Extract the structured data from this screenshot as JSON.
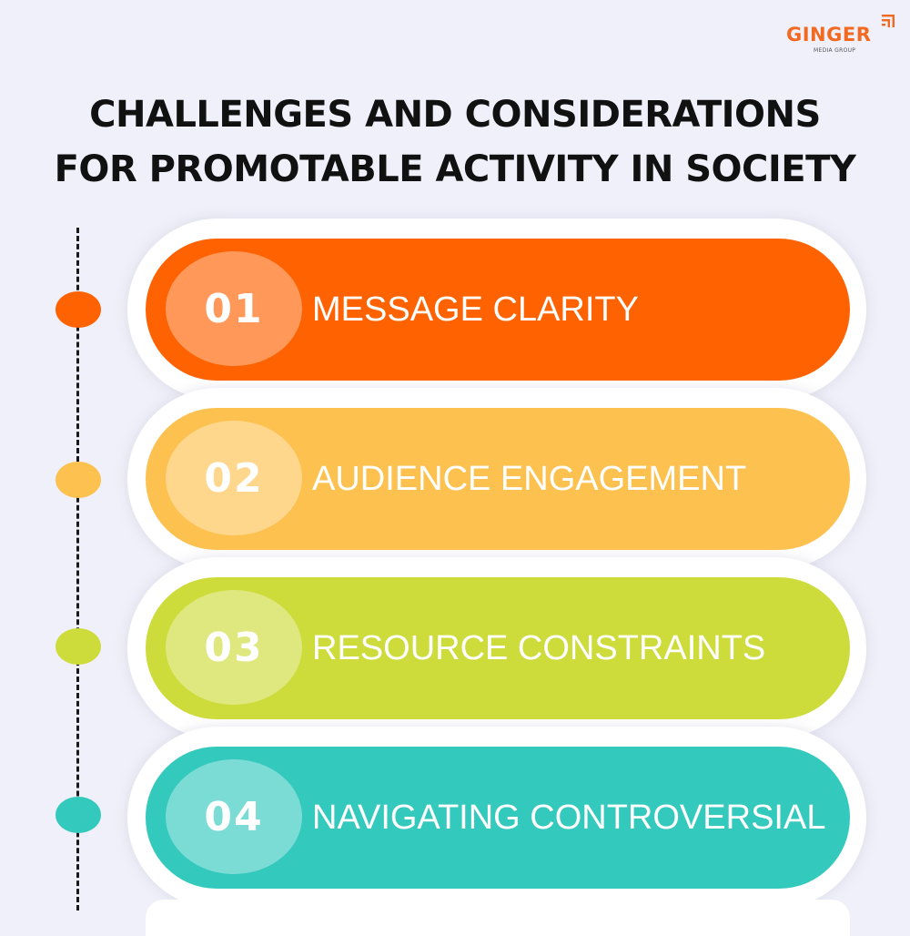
{
  "brand": {
    "name": "GINGER",
    "tagline": "MEDIA GROUP",
    "color": "#f26a21",
    "icon": "signal-bars-icon"
  },
  "title": {
    "line1": "CHALLENGES AND CONSIDERATIONS",
    "line2": "FOR PROMOTABLE ACTIVITY IN SOCIETY"
  },
  "items": [
    {
      "number": "01",
      "label": "MESSAGE CLARITY",
      "color": "#ff6200"
    },
    {
      "number": "02",
      "label": "AUDIENCE ENGAGEMENT",
      "color": "#fdc14f"
    },
    {
      "number": "03",
      "label": "RESOURCE CONSTRAINTS",
      "color": "#cddc3a"
    },
    {
      "number": "04",
      "label": "NAVIGATING CONTROVERSIAL",
      "color": "#34c9bd"
    }
  ]
}
